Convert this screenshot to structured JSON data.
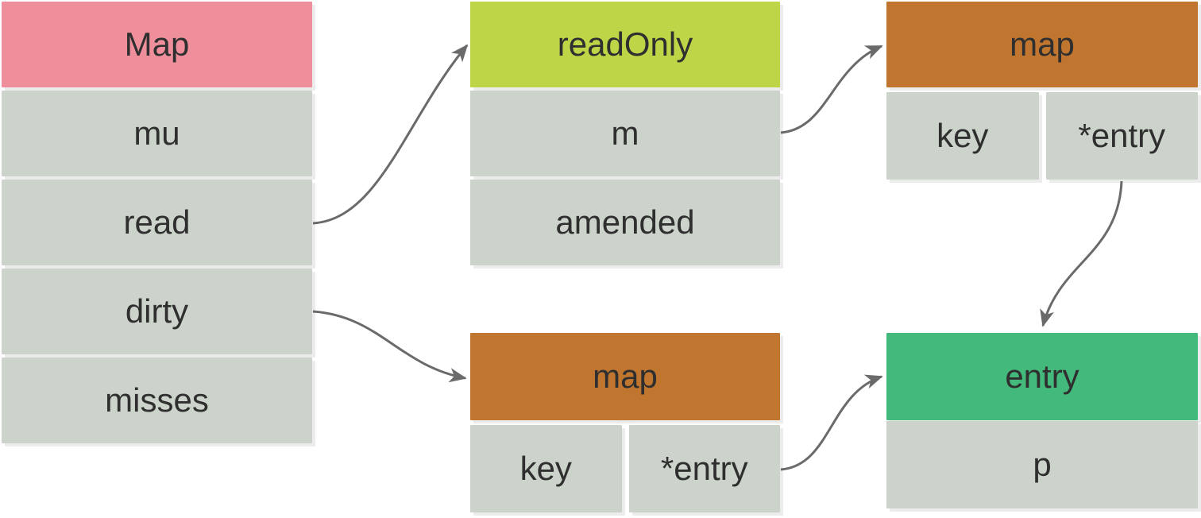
{
  "colors": {
    "map_header": "#ee8f9b",
    "readonly_header": "#bdd546",
    "map_node_header": "#c1762f",
    "entry_header": "#43b97c",
    "row_bg": "#ccd3cb",
    "arrow": "#6a6a6a",
    "text": "#2f2f2f",
    "background": "#ffffff"
  },
  "nodes": {
    "map_struct": {
      "title": "Map",
      "rows": [
        "mu",
        "read",
        "dirty",
        "misses"
      ]
    },
    "read_only": {
      "title": "readOnly",
      "rows": [
        "m",
        "amended"
      ]
    },
    "map_read": {
      "title": "map",
      "cells": [
        "key",
        "*entry"
      ]
    },
    "map_dirty": {
      "title": "map",
      "cells": [
        "key",
        "*entry"
      ]
    },
    "entry": {
      "title": "entry",
      "rows": [
        "p"
      ]
    }
  },
  "edges": [
    {
      "id": "read-to-readonly",
      "from": "Map.read",
      "to": "readOnly"
    },
    {
      "id": "dirty-to-map-dirty",
      "from": "Map.dirty",
      "to": "map (dirty)"
    },
    {
      "id": "m-to-map-read",
      "from": "readOnly.m",
      "to": "map (read)"
    },
    {
      "id": "read-map-entry-to-entry",
      "from": "map (read).*entry",
      "to": "entry"
    },
    {
      "id": "dirty-map-entry-to-entry",
      "from": "map (dirty).*entry",
      "to": "entry"
    }
  ]
}
